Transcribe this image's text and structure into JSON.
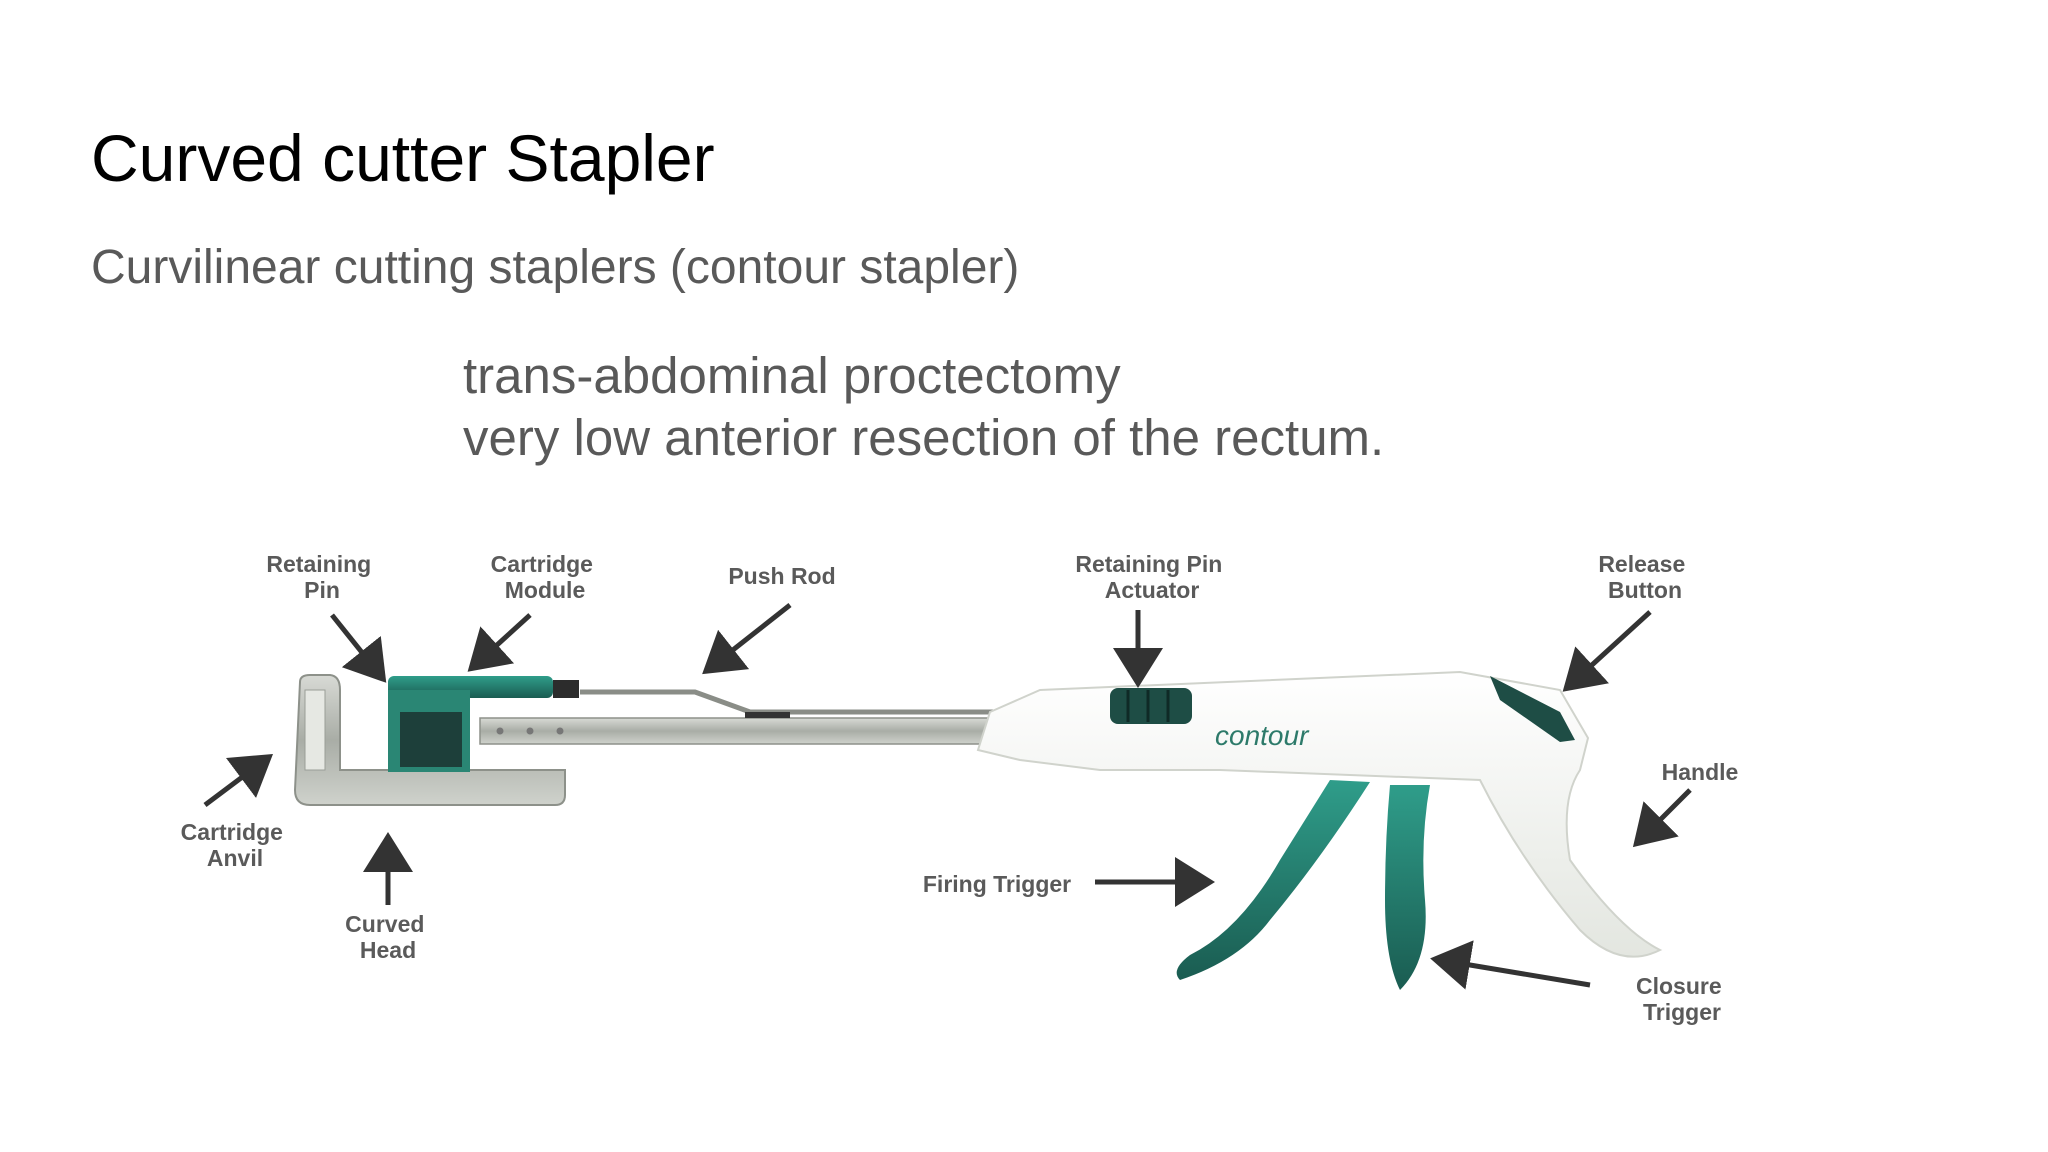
{
  "slide": {
    "title": "Curved cutter Stapler",
    "subtitle": "Curvilinear cutting staplers (contour stapler)",
    "body_lines": [
      "trans-abdominal proctectomy",
      "very low anterior resection of the rectum."
    ]
  },
  "diagram": {
    "brand_logo": "contour",
    "labels": {
      "retaining_pin": [
        "Retaining",
        "Pin"
      ],
      "cartridge_module": [
        "Cartridge",
        "Module"
      ],
      "push_rod": [
        "Push Rod"
      ],
      "retaining_pin_actuator": [
        "Retaining Pin",
        "Actuator"
      ],
      "release_button": [
        "Release",
        "Button"
      ],
      "handle": [
        "Handle"
      ],
      "cartridge_anvil": [
        "Cartridge",
        "Anvil"
      ],
      "curved_head": [
        "Curved",
        "Head"
      ],
      "firing_trigger": [
        "Firing Trigger"
      ],
      "closure_trigger": [
        "Closure",
        "Trigger"
      ]
    },
    "colors": {
      "teal": "#1f6f62",
      "teal_light": "#2f9d8a",
      "metal": "#b9bcb6",
      "body": "#f3f4f0",
      "arrow": "#333333"
    }
  }
}
